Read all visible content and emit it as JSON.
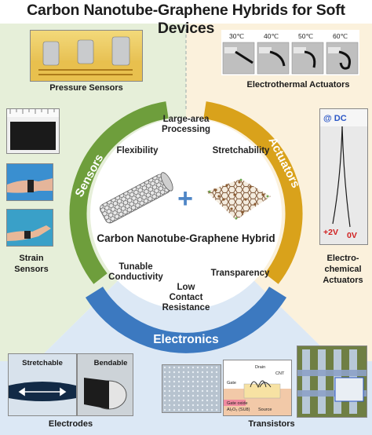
{
  "title": "Carbon Nanotube-Graphene Hybrids for Soft Devices",
  "colors": {
    "sensors_green": "#6e9e3c",
    "actuators_gold": "#d9a21b",
    "electronics_blue": "#3c79c0",
    "plus_blue": "#4f86c6",
    "sensors_bg": "#e6efd9",
    "actuators_bg": "#fbf1dc",
    "electronics_bg": "#dce8f5"
  },
  "ring_labels": {
    "sensors": "Sensors",
    "actuators": "Actuators",
    "electronics": "Electronics"
  },
  "center": {
    "hybrid_label": "Carbon Nanotube-Graphene Hybrid",
    "plus": "+"
  },
  "keywords": {
    "large_area_line1": "Large-area",
    "large_area_line2": "Processing",
    "flexibility": "Flexibility",
    "stretchability": "Stretchability",
    "tunable_line1": "Tunable",
    "tunable_line2": "Conductivity",
    "transparency": "Transparency",
    "low_line1": "Low",
    "low_line2": "Contact",
    "low_line3": "Resistance"
  },
  "sensors_panel": {
    "pressure_label": "Pressure Sensors",
    "strain_line1": "Strain",
    "strain_line2": "Sensors"
  },
  "actuators_panel": {
    "temps": [
      "30℃",
      "40℃",
      "50℃",
      "60℃"
    ],
    "electrothermal_label": "Electrothermal Actuators",
    "dc_label": "@ DC",
    "plus_voltage": "+2V",
    "zero_voltage": "0V",
    "electrochemical_line1": "Electro-",
    "electrochemical_line2": "chemical",
    "electrochemical_line3": "Actuators"
  },
  "electronics_panel": {
    "stretchable": "Stretchable",
    "bendable": "Bendable",
    "electrodes_label": "Electrodes",
    "transistors_label": "Transistors",
    "schematic_drain": "Drain",
    "schematic_cnt": "CNT",
    "schematic_gate": "Gate",
    "schematic_gate_oxide": "Gate oxide",
    "schematic_oxide": "Al₂O₃ (SU8)",
    "schematic_source": "Source"
  }
}
